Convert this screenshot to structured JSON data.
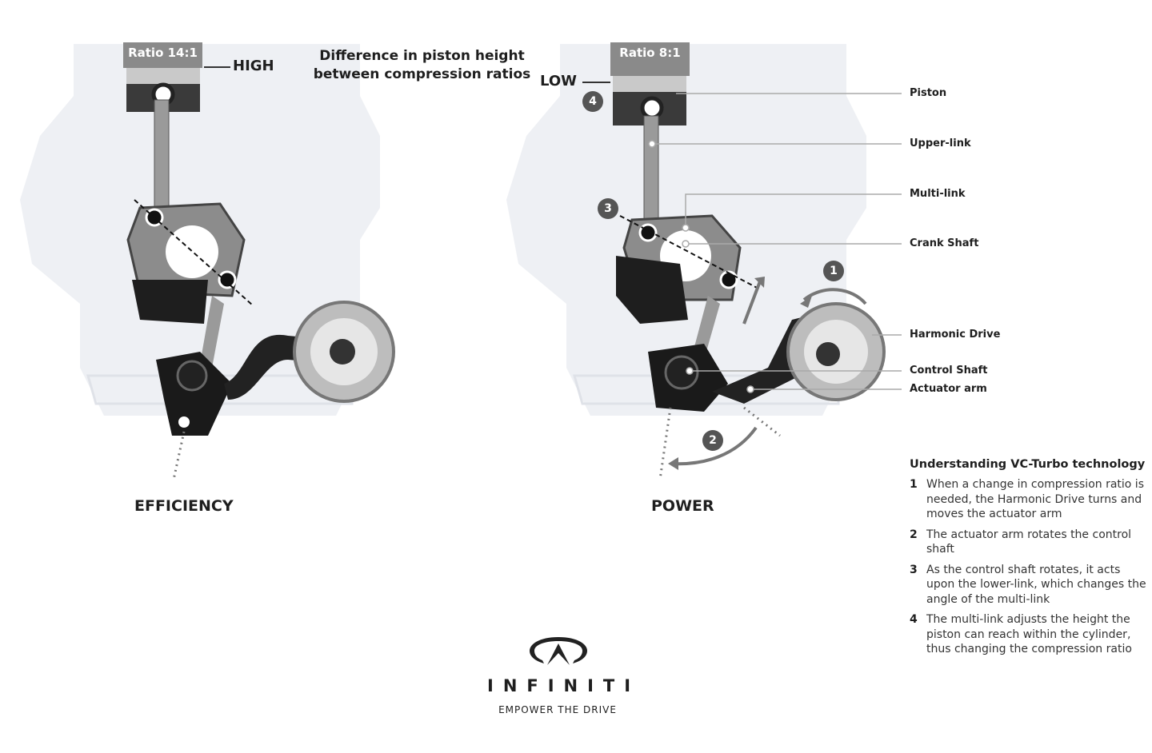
{
  "title": {
    "line1": "Difference in piston height",
    "line2": "between compression ratios"
  },
  "left": {
    "ratio": "Ratio 14:1",
    "level": "HIGH",
    "mode": "EFFICIENCY"
  },
  "right": {
    "ratio": "Ratio 8:1",
    "level": "LOW",
    "mode": "POWER"
  },
  "badges": [
    "1",
    "2",
    "3",
    "4"
  ],
  "labels": [
    "Piston",
    "Upper-link",
    "Multi-link",
    "Crank Shaft",
    "Harmonic Drive",
    "Control Shaft",
    "Actuator arm"
  ],
  "legend": {
    "heading": "Understanding VC-Turbo technology",
    "steps": [
      {
        "n": "1",
        "text": "When a change in compression ratio is needed, the Harmonic Drive turns and moves the actuator arm"
      },
      {
        "n": "2",
        "text": "The actuator arm rotates the control shaft"
      },
      {
        "n": "3",
        "text": "As the control shaft rotates, it acts upon the lower-link, which changes the angle of the multi-link"
      },
      {
        "n": "4",
        "text": "The multi-link adjusts the height the piston can reach within the cylinder, thus changing the compression ratio"
      }
    ]
  },
  "brand": {
    "name": "INFINITI",
    "tagline": "EMPOWER THE DRIVE"
  }
}
